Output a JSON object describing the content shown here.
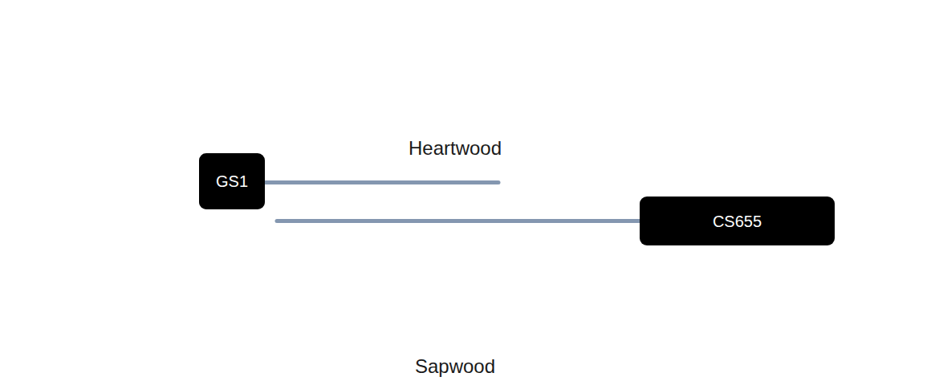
{
  "diagram": {
    "nodes": [
      {
        "text": [
          "Sapwood"
        ]
      },
      {
        "text": [
          "Heartwood"
        ],
        "in": 0
      },
      {
        "text": [
          "GS1"
        ]
      },
      {
        "text": [
          "CS655"
        ]
      }
    ],
    "edges": [
      {
        "from": 2,
        "to": 1,
        "arrow": "none"
      },
      {
        "from": 3,
        "to": 0,
        "arrow": "none"
      }
    ]
  }
}
